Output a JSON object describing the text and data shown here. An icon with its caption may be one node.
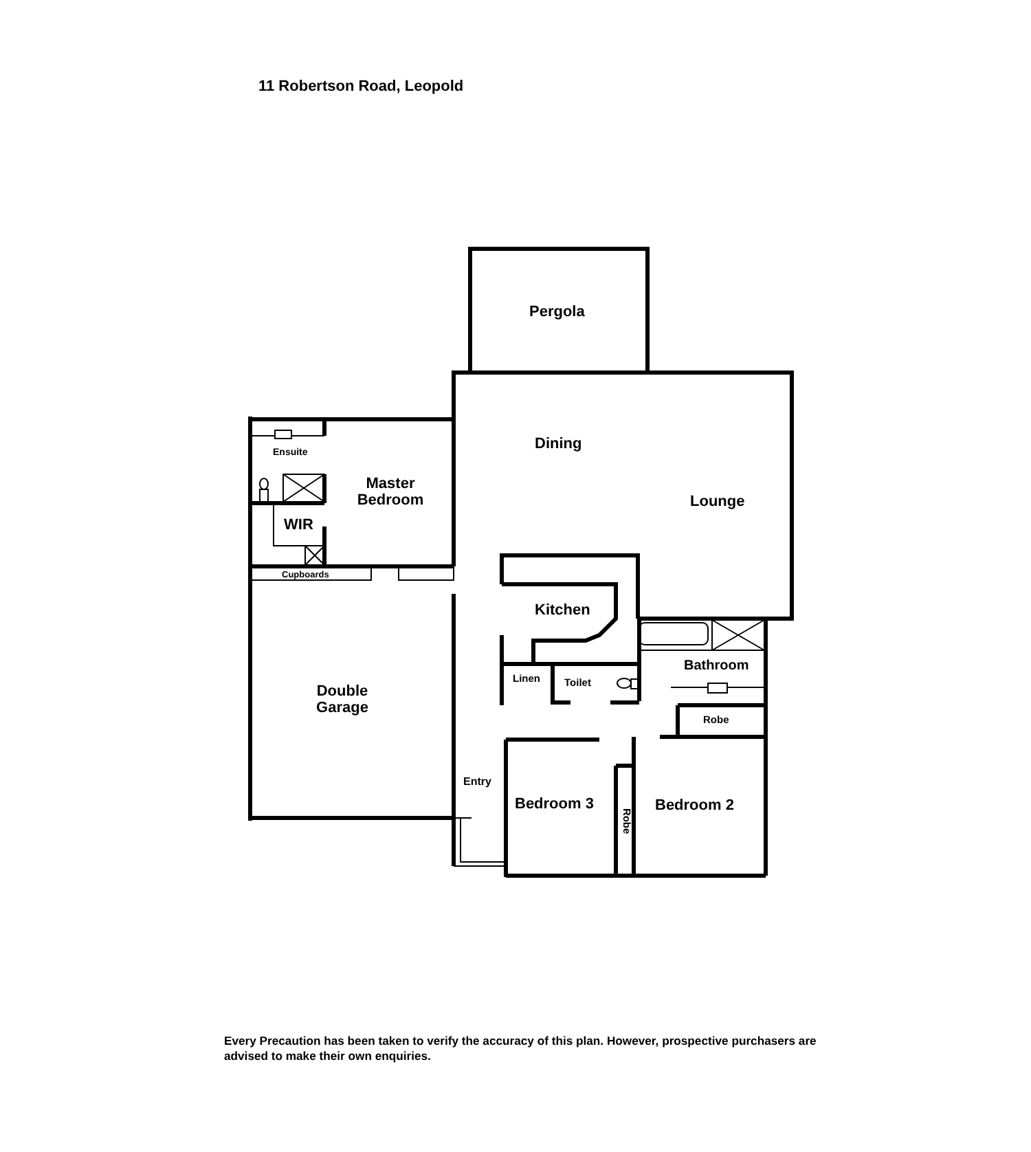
{
  "diagram": {
    "title": "11 Robertson Road, Leopold",
    "caption": "Every Precaution has been taken to verify the accuracy of this plan.  However, prospective purchasers are advised to make their own enquiries.",
    "labels": [
      "Pergola",
      "Ensuite",
      "Dining",
      "Master Bedroom",
      "Lounge",
      "WIR",
      "Cupboards",
      "Kitchen",
      "Double Garage",
      "Linen",
      "Toilet",
      "Bathroom",
      "Robe",
      "Entry",
      "Bedroom 3",
      "Robe",
      "Bedroom 2"
    ]
  }
}
